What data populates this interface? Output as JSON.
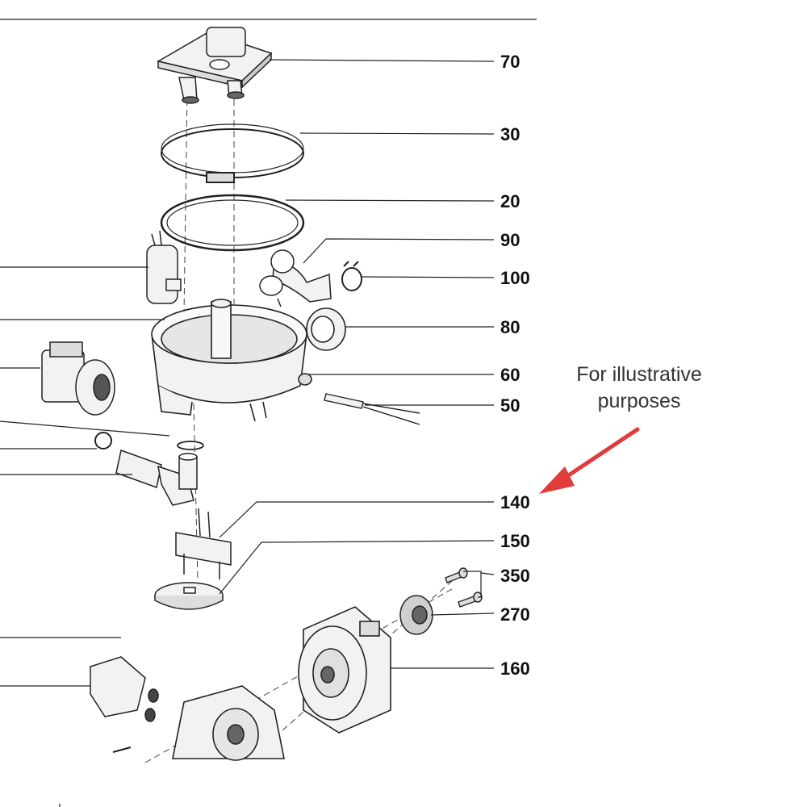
{
  "callouts": [
    {
      "id": "70",
      "label": "70"
    },
    {
      "id": "30",
      "label": "30"
    },
    {
      "id": "20",
      "label": "20"
    },
    {
      "id": "90",
      "label": "90"
    },
    {
      "id": "100",
      "label": "100"
    },
    {
      "id": "80",
      "label": "80"
    },
    {
      "id": "60",
      "label": "60"
    },
    {
      "id": "50",
      "label": "50"
    },
    {
      "id": "140",
      "label": "140"
    },
    {
      "id": "150",
      "label": "150"
    },
    {
      "id": "350",
      "label": "350"
    },
    {
      "id": "270",
      "label": "270"
    },
    {
      "id": "160",
      "label": "160"
    }
  ],
  "note": {
    "line1": "For illustrative",
    "line2": "purposes"
  },
  "colors": {
    "arrow": "#e03c3c",
    "ink": "#111111",
    "part_fill": "#f2f2f2"
  }
}
